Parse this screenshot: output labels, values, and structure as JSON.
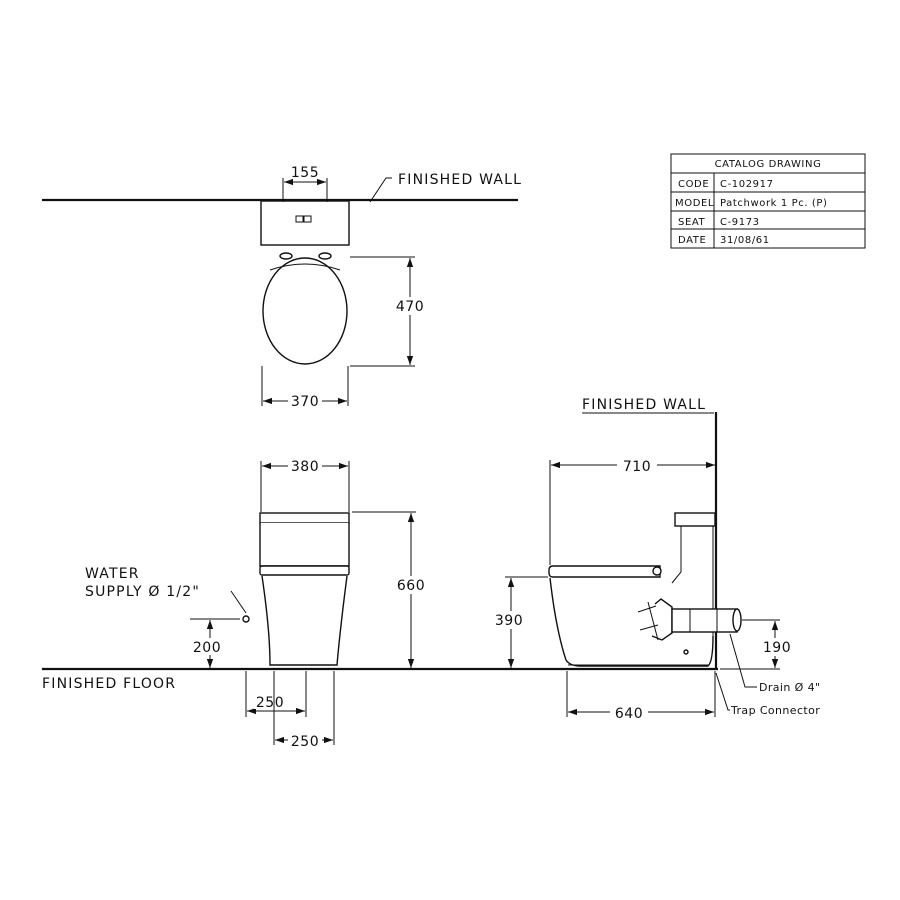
{
  "title_block": {
    "header": "CATALOG DRAWING",
    "rows": [
      {
        "key": "CODE",
        "value": "C-102917"
      },
      {
        "key": "MODEL",
        "value": "Patchwork 1 Pc. (P)"
      },
      {
        "key": "SEAT",
        "value": "C-9173"
      },
      {
        "key": "DATE",
        "value": "31/08/61"
      }
    ]
  },
  "labels": {
    "finished_wall_top": "FINISHED  WALL",
    "finished_wall_side": "FINISHED  WALL",
    "finished_floor": "FINISHED  FLOOR",
    "water_supply_line1": "WATER",
    "water_supply_line2": "SUPPLY Ø 1/2\"",
    "drain": "Drain Ø 4\"",
    "trap_connector": "Trap Connector"
  },
  "dimensions": {
    "top_tank": "155",
    "top_depth": "470",
    "top_width": "370",
    "front_width": "380",
    "front_height": "660",
    "supply_height": "200",
    "supply_offset_a": "250",
    "supply_offset_b": "250",
    "side_depth": "710",
    "side_seat_height": "390",
    "side_outlet": "190",
    "side_base": "640"
  }
}
